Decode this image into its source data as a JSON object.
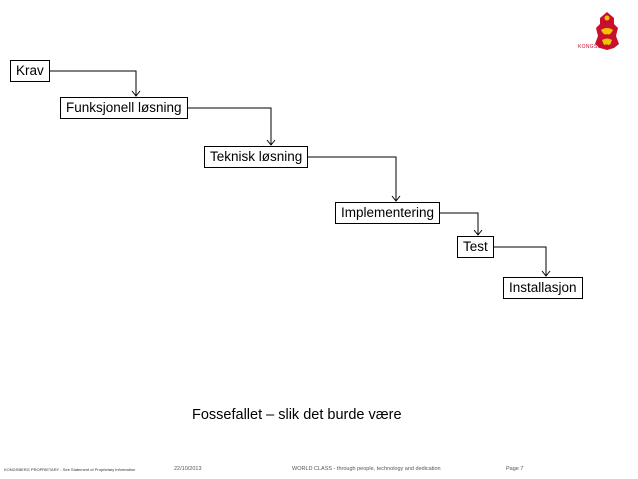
{
  "diagram": {
    "steps": [
      {
        "label": "Krav"
      },
      {
        "label": "Funksjonell løsning"
      },
      {
        "label": "Teknisk løsning"
      },
      {
        "label": "Implementering"
      },
      {
        "label": "Test"
      },
      {
        "label": "Installasjon"
      }
    ],
    "caption": "Fossefallet – slik det burde være"
  },
  "logo": {
    "text": "KONGSBERG",
    "color": "#c8102e"
  },
  "footer": {
    "legal": "KONGSBERG PROPRIETARY - See Statement of Proprietary information",
    "date": "22/10/2013",
    "slogan": "WORLD CLASS - through people, technology and dedication",
    "page": "Page 7"
  }
}
